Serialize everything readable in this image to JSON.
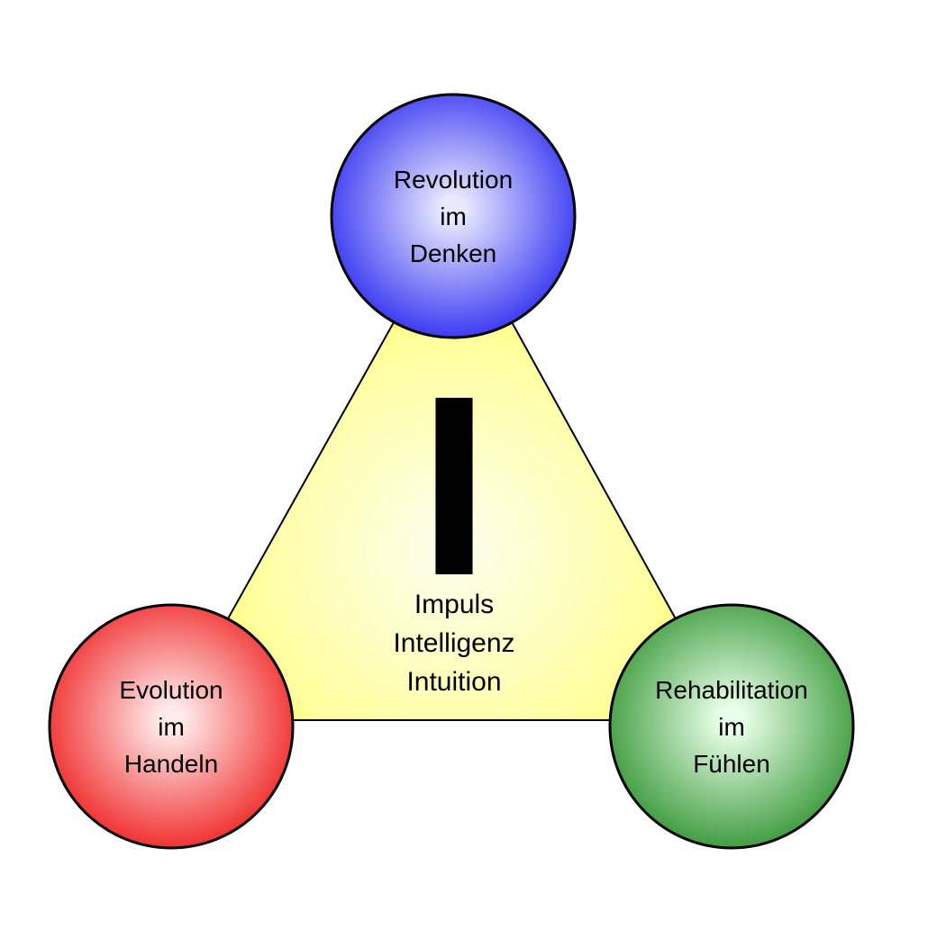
{
  "background_color": "#ffffff",
  "triangle": {
    "fill_center": "#fdfdf0",
    "fill_mid": "#ffff9c",
    "fill_edge": "#ffff00",
    "stroke_color": "#000000"
  },
  "center_symbol": {
    "glyph": "I",
    "color": "#000000",
    "caption_lines": [
      "Impuls",
      "Intelligenz",
      "Intuition"
    ]
  },
  "nodes": [
    {
      "id": "revolution-im-denken",
      "position": "top",
      "color_center": "#e8e8ff",
      "color_edge": "#1c1cf0",
      "stroke_color": "#000000",
      "lines": [
        "Revolution",
        "im",
        "Denken"
      ]
    },
    {
      "id": "evolution-im-handeln",
      "position": "bottom-left",
      "color_center": "#ffeaea",
      "color_edge": "#ee1010",
      "stroke_color": "#000000",
      "lines": [
        "Evolution",
        "im",
        "Handeln"
      ]
    },
    {
      "id": "rehabilitation-im-fuehlen",
      "position": "bottom-right",
      "color_center": "#e8ffe8",
      "color_edge": "#238b23",
      "stroke_color": "#000000",
      "lines": [
        "Rehabilitation",
        "im",
        "Fühlen"
      ]
    }
  ]
}
